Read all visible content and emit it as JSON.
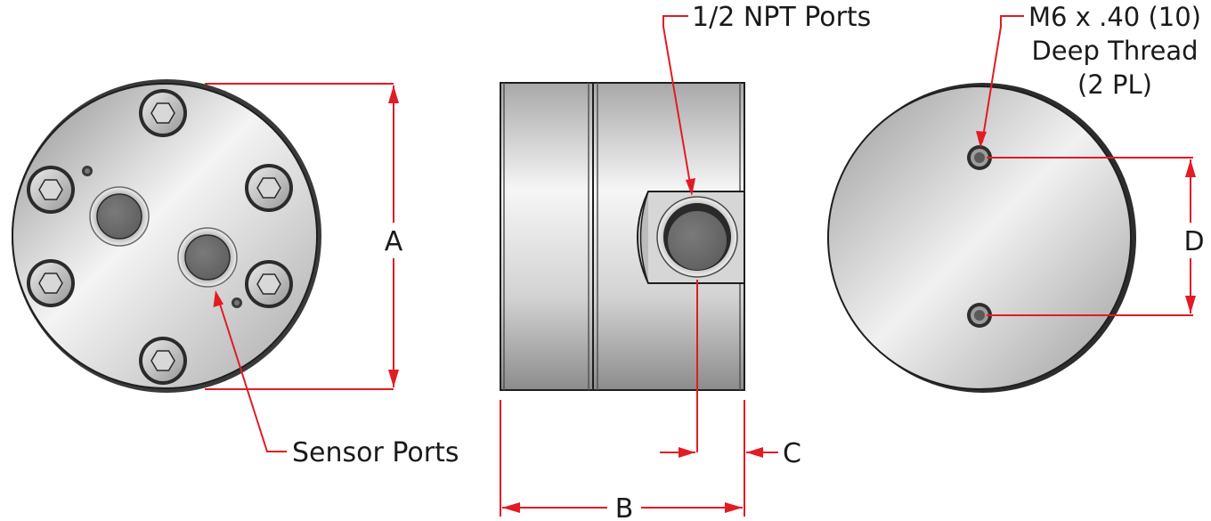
{
  "labels": {
    "npt_ports": "1/2 NPT Ports",
    "thread_line1": "M6 x .40 (10)",
    "thread_line2": "Deep Thread",
    "thread_line3": "(2 PL)",
    "sensor_ports": "Sensor Ports"
  },
  "dimensions": {
    "a": "A",
    "b": "B",
    "c": "C",
    "d": "D"
  },
  "colors": {
    "dimension": "#e21b24",
    "metal_light": "#f2f2f2",
    "metal_mid": "#c9c9c9",
    "metal_dark": "#8a8a8a",
    "port_core": "#6f6f6f",
    "outline": "#1f1f1f"
  },
  "icons": {
    "bolt": "hex-socket-bolt-icon"
  }
}
